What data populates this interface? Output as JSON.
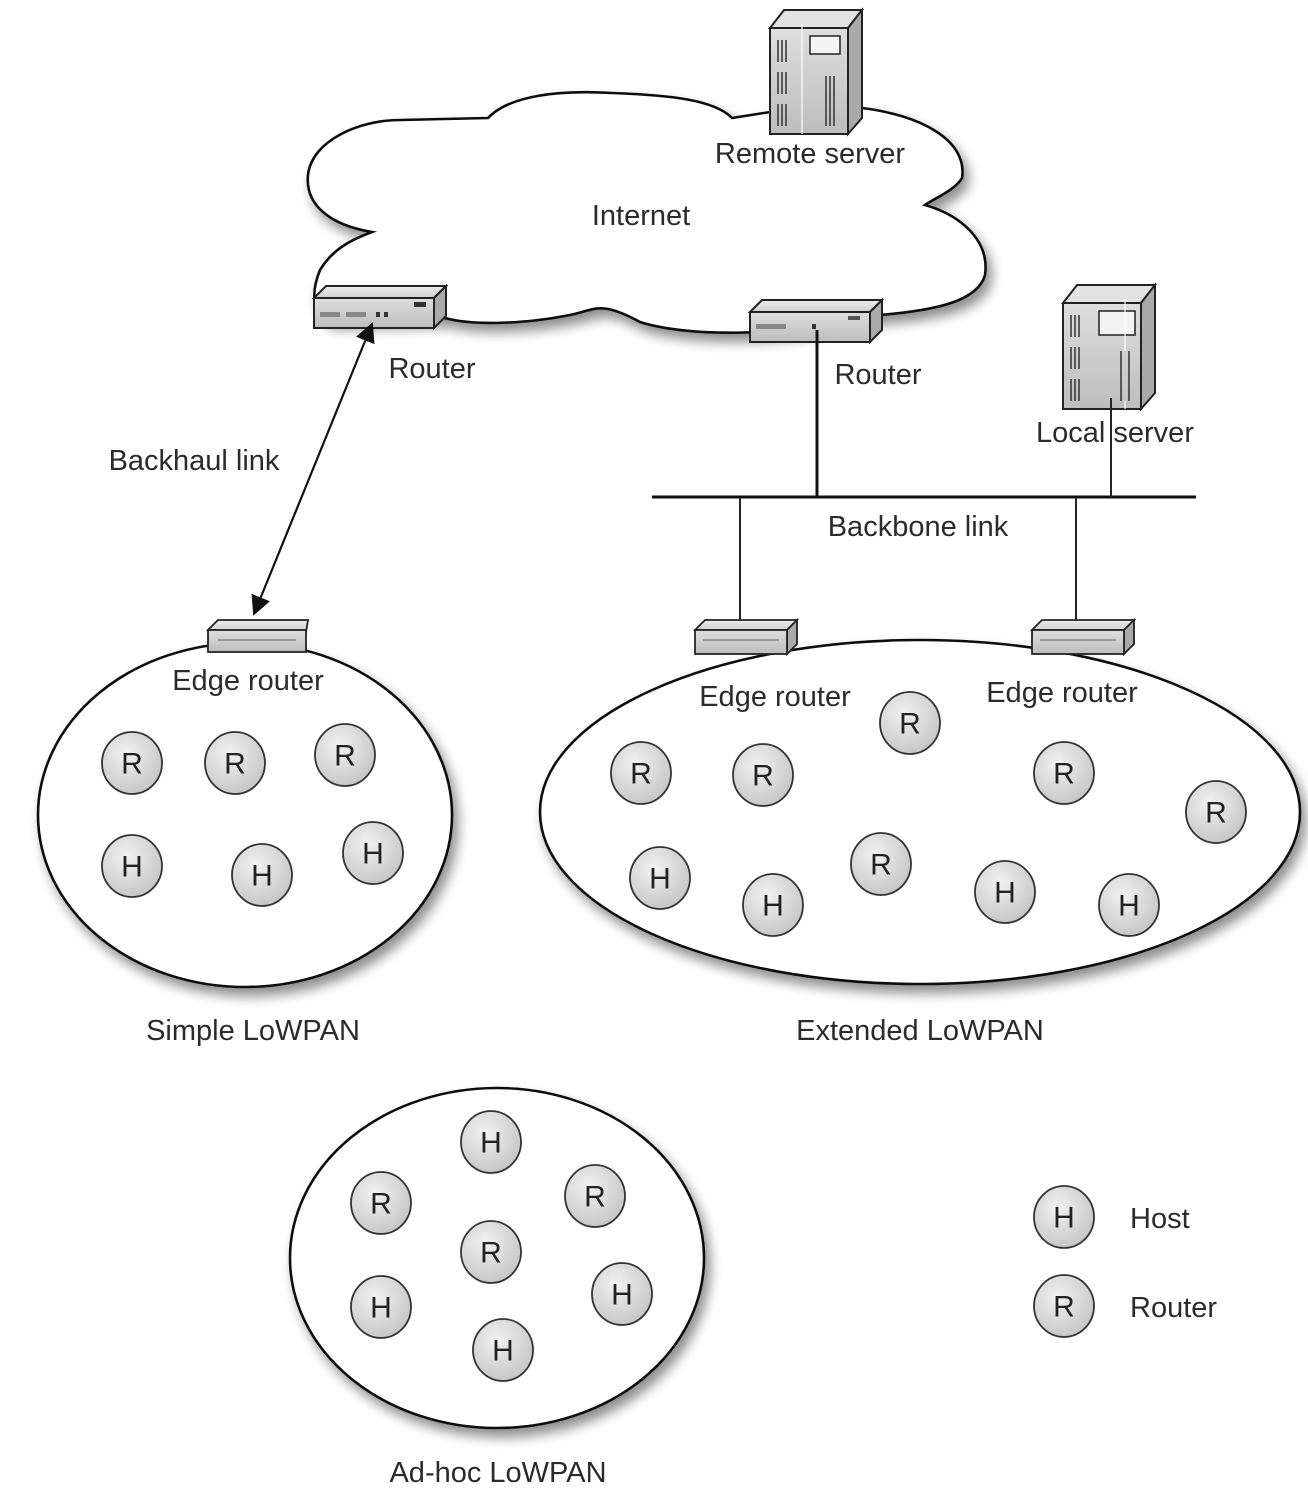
{
  "diagram": {
    "title": "LoWPAN network architectures",
    "internet": {
      "label": "Internet"
    },
    "remote_server": {
      "label": "Remote server",
      "icon": "server-icon"
    },
    "local_server": {
      "label": "Local server",
      "icon": "server-icon"
    },
    "internet_routers": [
      {
        "label": "Router",
        "icon": "router-icon"
      },
      {
        "label": "Router",
        "icon": "router-icon"
      }
    ],
    "links": {
      "backhaul": {
        "label": "Backhaul link",
        "direction": "bidirectional"
      },
      "backbone": {
        "label": "Backbone link"
      }
    },
    "networks": [
      {
        "id": "simple",
        "label": "Simple LoWPAN",
        "edge_routers": [
          {
            "label": "Edge router"
          }
        ],
        "nodes": [
          "R",
          "R",
          "R",
          "H",
          "H",
          "H"
        ]
      },
      {
        "id": "extended",
        "label": "Extended LoWPAN",
        "edge_routers": [
          {
            "label": "Edge router"
          },
          {
            "label": "Edge router"
          }
        ],
        "nodes": [
          "R",
          "R",
          "R",
          "R",
          "R",
          "R",
          "H",
          "H",
          "H",
          "H"
        ]
      },
      {
        "id": "adhoc",
        "label": "Ad-hoc LoWPAN",
        "edge_routers": [],
        "nodes": [
          "H",
          "R",
          "R",
          "R",
          "H",
          "H",
          "H"
        ]
      }
    ],
    "legend": [
      {
        "symbol": "H",
        "label": "Host"
      },
      {
        "symbol": "R",
        "label": "Router"
      }
    ],
    "colors": {
      "node_fill": "#d9d9d9",
      "device_fill": "#c8c8c8",
      "outline": "#111111",
      "text": "#2b2b2b"
    }
  }
}
